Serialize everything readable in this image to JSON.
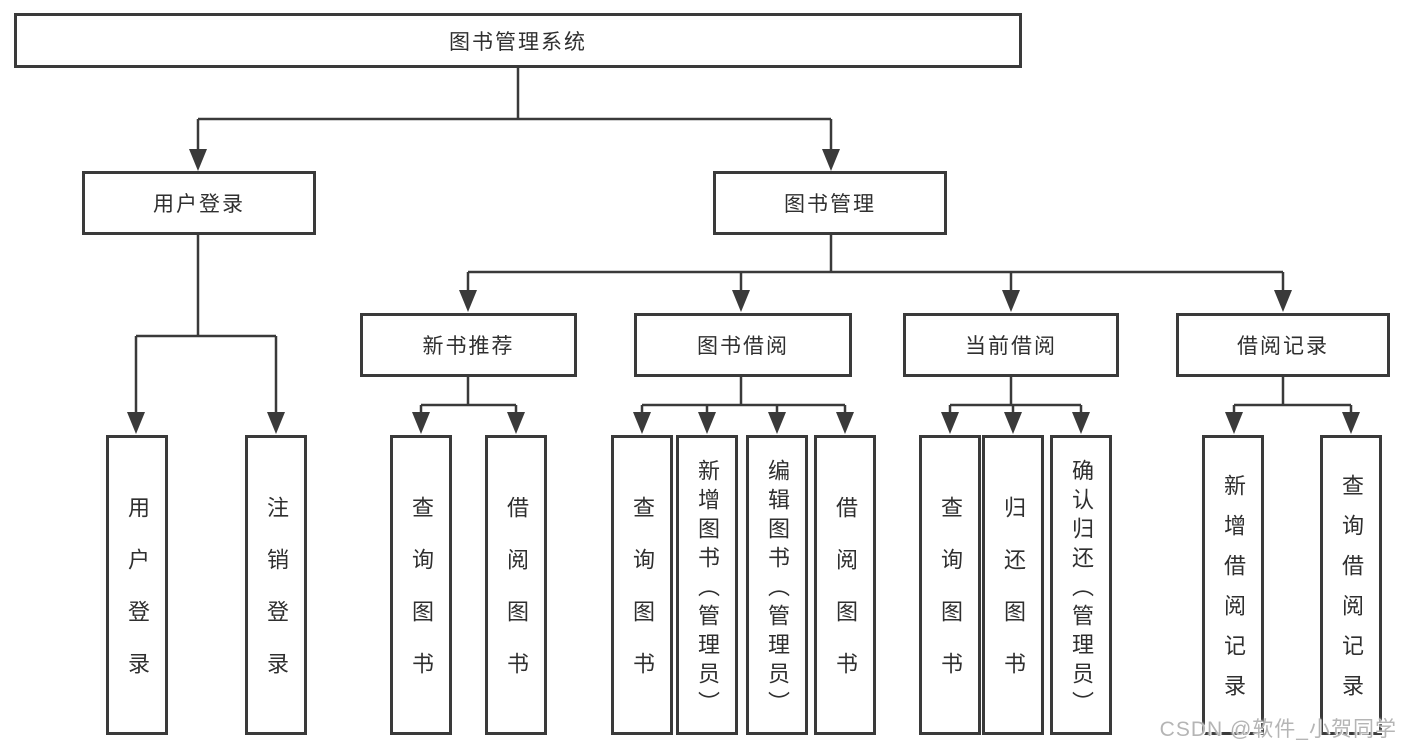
{
  "diagram": {
    "root": {
      "label": "图书管理系统"
    },
    "level2": [
      {
        "label": "用户登录"
      },
      {
        "label": "图书管理"
      }
    ],
    "level3": [
      {
        "label": "新书推荐"
      },
      {
        "label": "图书借阅"
      },
      {
        "label": "当前借阅"
      },
      {
        "label": "借阅记录"
      }
    ],
    "leaves": [
      {
        "label": "用户登录"
      },
      {
        "label": "注销登录"
      },
      {
        "label": "查询图书"
      },
      {
        "label": "借阅图书"
      },
      {
        "label": "查询图书"
      },
      {
        "label": "新增图书（管理员）"
      },
      {
        "label": "编辑图书（管理员）"
      },
      {
        "label": "借阅图书"
      },
      {
        "label": "查询图书"
      },
      {
        "label": "归还图书"
      },
      {
        "label": "确认归还（管理员）"
      },
      {
        "label": "新增借阅记录"
      },
      {
        "label": "查询借阅记录"
      }
    ]
  },
  "watermark": {
    "text": "CSDN @软件_小贺同学"
  },
  "colors": {
    "line": "#3a3a3a",
    "text": "#2f2f2f",
    "background": "#ffffff",
    "watermark": "#b5b5b5"
  }
}
